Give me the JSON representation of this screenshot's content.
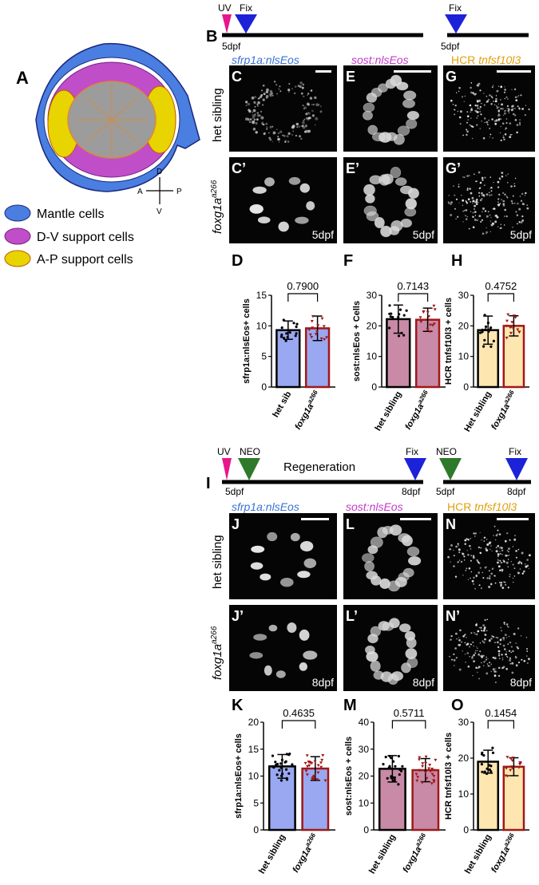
{
  "panel_letters": {
    "A": "A",
    "B": "B",
    "C": "C",
    "C2": "C’",
    "D": "D",
    "E": "E",
    "E2": "E’",
    "F": "F",
    "G": "G",
    "G2": "G’",
    "H": "H",
    "I": "I",
    "J": "J",
    "J2": "J’",
    "K": "K",
    "L": "L",
    "L2": "L’",
    "M": "M",
    "N": "N",
    "N2": "N’",
    "O": "O"
  },
  "schematic": {
    "axes": {
      "D": "D",
      "V": "V",
      "A": "A",
      "P": "P"
    },
    "legend": [
      {
        "label": "Mantle cells",
        "color": "#4a7ee0"
      },
      {
        "label": "D-V support cells",
        "color": "#c04ec8"
      },
      {
        "label": "A-P support cells",
        "color": "#e8d400"
      }
    ]
  },
  "timeline_top": {
    "uv": "UV",
    "fix": "Fix",
    "day": "5dpf",
    "fix2": "Fix",
    "day2": "5dpf"
  },
  "timeline_bottom": {
    "uv": "UV",
    "neo": "NEO",
    "regen": "Regeneration",
    "fix": "Fix",
    "d5": "5dpf",
    "d8": "8dpf",
    "neo2": "NEO",
    "fix2": "Fix",
    "d5b": "5dpf",
    "d8b": "8dpf"
  },
  "channels": {
    "sfrp": "sfrp1a:nlsEos",
    "sost": "sost:nlsEos",
    "hcr_prefix": "HCR",
    "hcr_gene": "tnfsf10l3"
  },
  "rows": {
    "het": "het sibling",
    "mut": "foxg1a",
    "mut_sup": "a266"
  },
  "timepoints": {
    "t5": "5dpf",
    "t8": "8dpf"
  },
  "colors": {
    "sfrp": "#3a72d8",
    "sost": "#c23ac8",
    "hcr": "#e0a010",
    "pink": "#e8168c",
    "blue": "#1c22d8",
    "green": "#2e7a2a",
    "fill_blue": "#99a8f0",
    "fill_pink": "#c88aa6",
    "fill_yellow": "#fde6b0",
    "dark_red": "#a01818"
  },
  "chart_data": [
    {
      "id": "D",
      "type": "bar",
      "ylabel": "sfrp1a:nlsEos+ cells",
      "ylim": [
        0,
        15
      ],
      "yticks": [
        0,
        5,
        10,
        15
      ],
      "categories": [
        "het sib",
        "foxg1a"
      ],
      "values": [
        9.3,
        9.6
      ],
      "sd": [
        1.5,
        2.0
      ],
      "pvalue": "0.7900"
    },
    {
      "id": "F",
      "type": "bar",
      "ylabel": "sost:nlsEos + Cells",
      "ylim": [
        0,
        30
      ],
      "yticks": [
        0,
        10,
        20,
        30
      ],
      "categories": [
        "het sibling",
        "foxg1a"
      ],
      "values": [
        22.2,
        22.0
      ],
      "sd": [
        4.6,
        3.8
      ],
      "pvalue": "0.7143"
    },
    {
      "id": "H",
      "type": "bar",
      "ylabel": "HCR tnfsf10l3 + cells",
      "ylim": [
        0,
        30
      ],
      "yticks": [
        0,
        10,
        20,
        30
      ],
      "categories": [
        "Het sibling",
        "foxg1a"
      ],
      "values": [
        18.6,
        20.0
      ],
      "sd": [
        4.6,
        3.3
      ],
      "pvalue": "0.4752"
    },
    {
      "id": "K",
      "type": "bar",
      "ylabel": "sfrp1a:nlsEos+ cells",
      "ylim": [
        0,
        20
      ],
      "yticks": [
        0,
        5,
        10,
        15,
        20
      ],
      "categories": [
        "het sibling",
        "foxg1a"
      ],
      "values": [
        11.8,
        11.4
      ],
      "sd": [
        2.2,
        2.2
      ],
      "pvalue": "0.4635"
    },
    {
      "id": "M",
      "type": "bar",
      "ylabel": "sost:nlsEos + cells",
      "ylim": [
        0,
        40
      ],
      "yticks": [
        0,
        10,
        20,
        30,
        40
      ],
      "categories": [
        "het sibling",
        "foxg1a"
      ],
      "values": [
        22.7,
        22.2
      ],
      "sd": [
        4.9,
        4.3
      ],
      "pvalue": "0.5711"
    },
    {
      "id": "O",
      "type": "bar",
      "ylabel": "HCR tnfsf10l3 + cells",
      "ylim": [
        0,
        30
      ],
      "yticks": [
        0,
        10,
        20,
        30
      ],
      "categories": [
        "het sibling",
        "foxg1a"
      ],
      "values": [
        19.0,
        17.6
      ],
      "sd": [
        3.2,
        2.5
      ],
      "pvalue": "0.1454"
    }
  ]
}
